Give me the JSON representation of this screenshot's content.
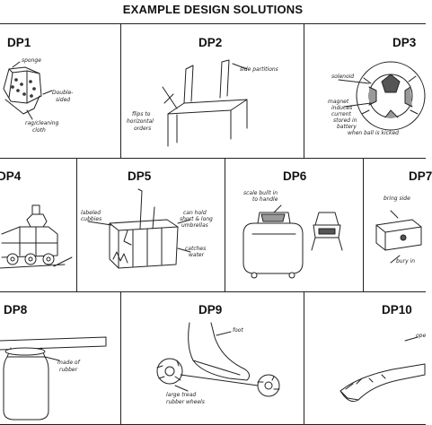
{
  "title": "EXAMPLE DESIGN SOLUTIONS",
  "panels": [
    {
      "label": "DP1",
      "notes": [
        "sponge",
        "Double-",
        "sided",
        "rag/cleaning",
        "cloth"
      ]
    },
    {
      "label": "DP2",
      "notes": [
        "side partitions",
        "flips to",
        "horizontal",
        "orders"
      ]
    },
    {
      "label": "DP3",
      "notes": [
        "solenoid",
        "magnet",
        "induces",
        "current",
        "stored in",
        "battery",
        "when ball is kicked"
      ]
    },
    {
      "label": "DP4",
      "notes": []
    },
    {
      "label": "DP5",
      "notes": [
        "labeled",
        "cubbies",
        "can hold",
        "short & long",
        "umbrellas",
        "catches",
        "water"
      ]
    },
    {
      "label": "DP6",
      "notes": [
        "scale built in",
        "to handle"
      ]
    },
    {
      "label": "DP7",
      "notes": [
        "bring side",
        "bury in"
      ]
    },
    {
      "label": "DP8",
      "notes": [
        "made of",
        "rubber"
      ]
    },
    {
      "label": "DP9",
      "notes": [
        "foot",
        "large tread",
        "rubber wheels"
      ]
    },
    {
      "label": "DP10",
      "notes": [
        "ope"
      ]
    }
  ]
}
